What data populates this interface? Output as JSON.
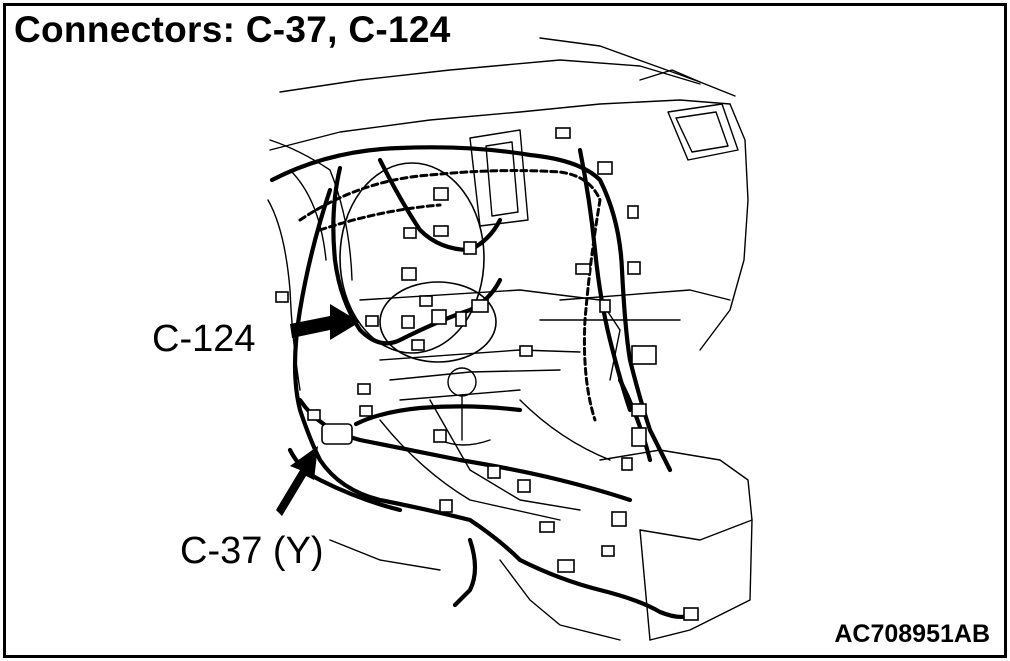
{
  "diagram": {
    "title": "Connectors: C-37, C-124",
    "labels": {
      "c124": "C-124",
      "c37": "C-37 (Y)"
    },
    "figure_code": "AC708951AB",
    "colors": {
      "line": "#000000",
      "background": "#ffffff"
    }
  }
}
